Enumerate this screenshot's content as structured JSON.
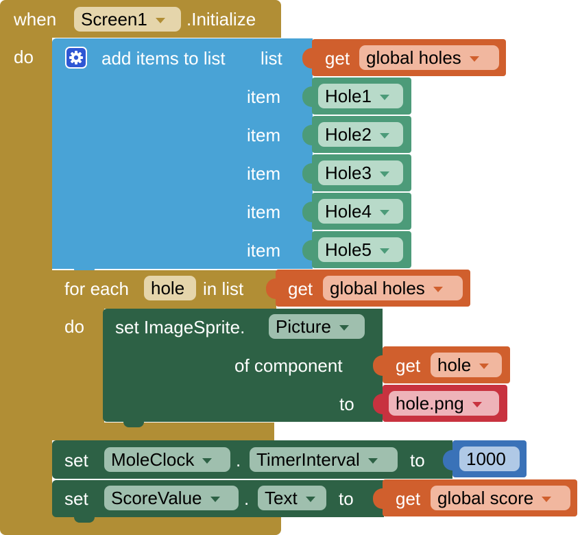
{
  "event": {
    "when_label": "when",
    "component": "Screen1",
    "event_name": ".Initialize",
    "do_label": "do"
  },
  "add_items": {
    "label": "add items to list",
    "list_label": "list",
    "list_get": "get",
    "list_var": "global holes",
    "item_label": "item",
    "items": [
      "Hole1",
      "Hole2",
      "Hole3",
      "Hole4",
      "Hole5"
    ]
  },
  "for_each": {
    "label": "for each",
    "var": "hole",
    "in_list_label": "in list",
    "get_label": "get",
    "list_var": "global holes",
    "do_label": "do"
  },
  "set_sprite": {
    "label": "set ImageSprite.",
    "property": "Picture",
    "of_component_label": "of component",
    "get_label": "get",
    "component_var": "hole",
    "to_label": "to",
    "value": "hole.png"
  },
  "set_clock": {
    "set_label": "set",
    "component": "MoleClock",
    "dot": ".",
    "property": "TimerInterval",
    "to_label": "to",
    "value": "1000"
  },
  "set_score": {
    "set_label": "set",
    "component": "ScoreValue",
    "dot": ".",
    "property": "Text",
    "to_label": "to",
    "get_label": "get",
    "var": "global score"
  },
  "icons": {
    "mutator": "gear-icon"
  },
  "colors": {
    "event": "#b18e35",
    "lists": "#49a3d6",
    "variables": "#d05f2d",
    "component_item": "#4c9b79",
    "setter": "#2d6145",
    "text": "#c8323f",
    "math": "#3a72b8"
  }
}
